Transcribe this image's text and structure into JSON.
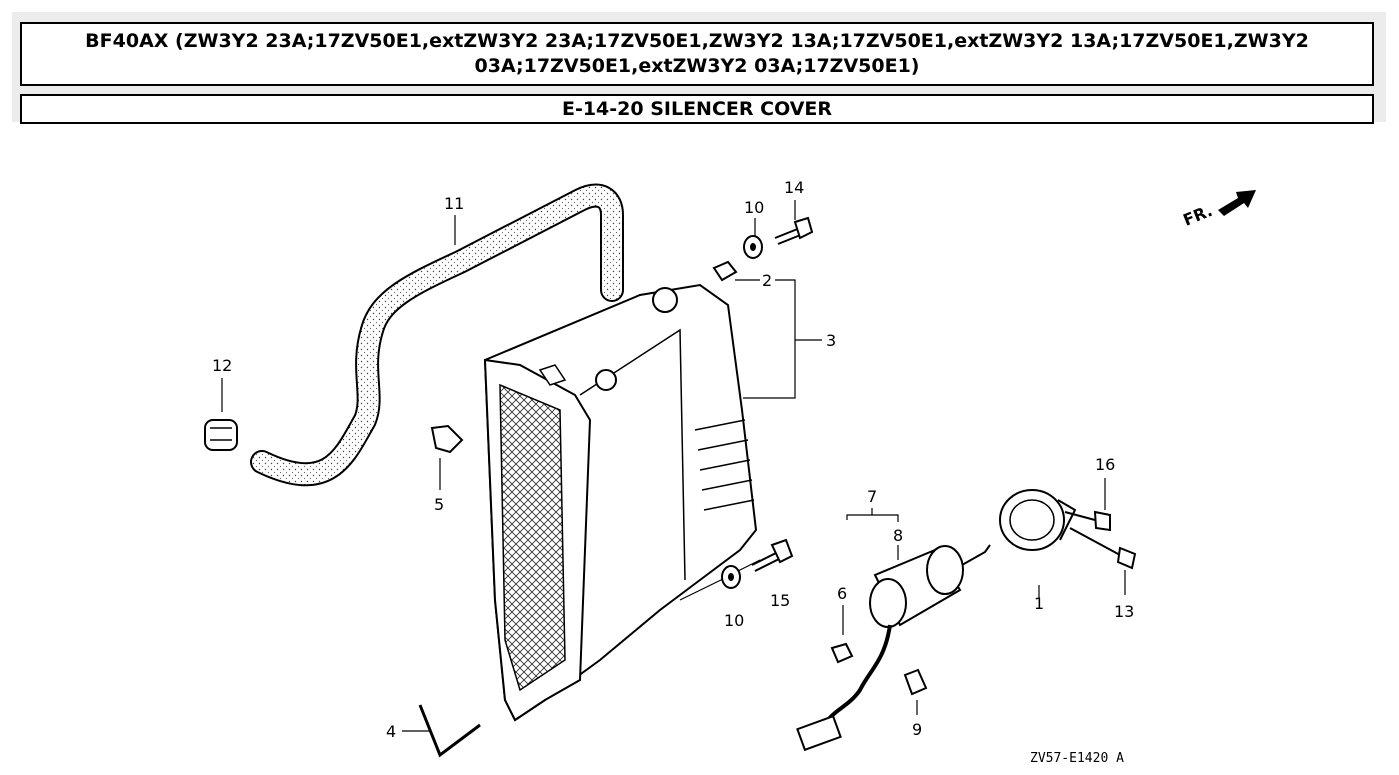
{
  "header": {
    "title": "BF40AX (ZW3Y2 23A;17ZV50E1,extZW3Y2 23A;17ZV50E1,ZW3Y2 13A;17ZV50E1,extZW3Y2 13A;17ZV50E1,ZW3Y2 03A;17ZV50E1,extZW3Y2 03A;17ZV50E1)",
    "section": "E-14-20 SILENCER COVER"
  },
  "diagram": {
    "direction_label": "FR.",
    "drawing_code": "ZV57-E1420 A",
    "callouts": {
      "c1": "1",
      "c2": "2",
      "c3": "3",
      "c4": "4",
      "c5": "5",
      "c6": "6",
      "c7": "7",
      "c8": "8",
      "c9": "9",
      "c10a": "10",
      "c10b": "10",
      "c11": "11",
      "c12": "12",
      "c13": "13",
      "c14": "14",
      "c15": "15",
      "c16": "16"
    }
  }
}
